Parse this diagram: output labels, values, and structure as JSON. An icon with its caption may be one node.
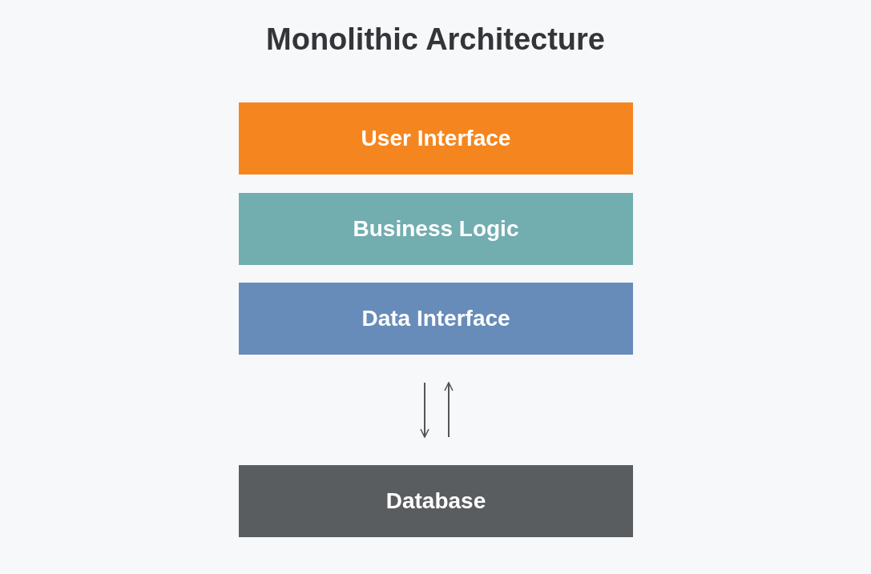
{
  "diagram": {
    "title": "Monolithic Architecture",
    "nodes": [
      {
        "text": [
          "User Interface"
        ]
      },
      {
        "text": [
          "Business Logic"
        ]
      },
      {
        "text": [
          "Data Interface"
        ]
      },
      {
        "text": [
          "Database"
        ]
      }
    ],
    "edges": [
      {
        "from": 2,
        "to": 3,
        "arrow": "to"
      },
      {
        "from": 3,
        "to": 2,
        "arrow": "to"
      }
    ]
  }
}
